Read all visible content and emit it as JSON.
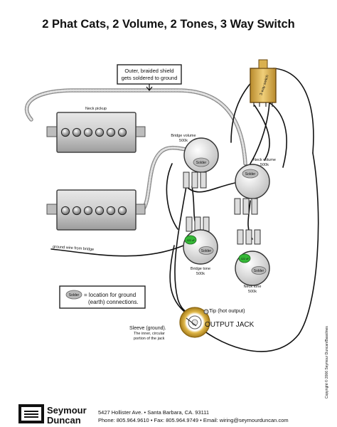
{
  "title": "2 Phat Cats, 2 Volume, 2 Tones, 3 Way Switch",
  "labels": {
    "shield_note_line1": "Outer, braided shield",
    "shield_note_line2": "gets soldered to ground",
    "neck_pickup": "Neck pickup",
    "bridge_volume": "Bridge volume",
    "bridge_volume_value": "500k",
    "neck_volume": "Neck volume",
    "neck_volume_value": "500k",
    "bridge_tone": "Bridge tone",
    "bridge_tone_value": "500k",
    "neck_tone": "Neck tone",
    "neck_tone_value": "500k",
    "ground_wire": "ground wire from bridge",
    "solder": "Solder",
    "cap_value": ".022 uF",
    "switch_text": "3-way switch",
    "legend_text_line1": "= location for ground",
    "legend_text_line2": "(earth) connections.",
    "tip": "Tip (hot output)",
    "sleeve_line1": "Sleeve (ground).",
    "sleeve_line2": "The inner, circular",
    "sleeve_line3": "portion of the jack",
    "output_jack": "OUTPUT JACK",
    "copyright": "Copyright © 2006 Seymour Duncan/Basslines"
  },
  "footer": {
    "brand_line1": "Seymour",
    "brand_line2": "Duncan",
    "address": "5427 Hollister Ave. • Santa Barbara, CA. 93111",
    "contact": "Phone: 805.964.9610 • Fax: 805.964.9749 • Email: wiring@seymourduncan.com"
  }
}
